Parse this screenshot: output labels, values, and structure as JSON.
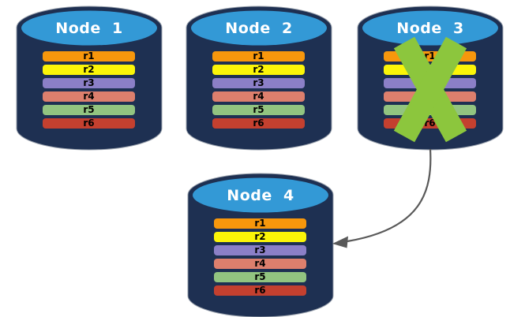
{
  "colors": {
    "canvas_bg": "#FFFFFF",
    "cylinder_body": "#1E3052",
    "cylinder_top": "#3399D6",
    "cylinder_outline": "#98A0AC",
    "node_title_text": "#FFFFFF",
    "row_text": "#000000",
    "failure_cross": "#8CC63D",
    "arrow": "#595959"
  },
  "nodes": [
    {
      "label": "Node  1",
      "failed": false,
      "rows": [
        {
          "label": "r1",
          "color": "#F7970C"
        },
        {
          "label": "r2",
          "color": "#FBF508"
        },
        {
          "label": "r3",
          "color": "#8B7FC7"
        },
        {
          "label": "r4",
          "color": "#DD7F6D"
        },
        {
          "label": "r5",
          "color": "#92C480"
        },
        {
          "label": "r6",
          "color": "#C4402F"
        }
      ]
    },
    {
      "label": "Node  2",
      "failed": false,
      "rows": [
        {
          "label": "r1",
          "color": "#F7970C"
        },
        {
          "label": "r2",
          "color": "#FBF508"
        },
        {
          "label": "r3",
          "color": "#8B7FC7"
        },
        {
          "label": "r4",
          "color": "#DD7F6D"
        },
        {
          "label": "r5",
          "color": "#92C480"
        },
        {
          "label": "r6",
          "color": "#C4402F"
        }
      ]
    },
    {
      "label": "Node  3",
      "failed": true,
      "rows": [
        {
          "label": "r1",
          "color": "#F7970C"
        },
        {
          "label": "r2",
          "color": "#FBF508"
        },
        {
          "label": "r3",
          "color": "#8B7FC7"
        },
        {
          "label": "r4",
          "color": "#DD7F6D"
        },
        {
          "label": "r5",
          "color": "#92C480"
        },
        {
          "label": "r6",
          "color": "#C4402F"
        }
      ]
    },
    {
      "label": "Node  4",
      "failed": false,
      "rows": [
        {
          "label": "r1",
          "color": "#F7970C"
        },
        {
          "label": "r2",
          "color": "#FBF508"
        },
        {
          "label": "r3",
          "color": "#8B7FC7"
        },
        {
          "label": "r4",
          "color": "#DD7F6D"
        },
        {
          "label": "r5",
          "color": "#92C480"
        },
        {
          "label": "r6",
          "color": "#C4402F"
        }
      ]
    }
  ],
  "annotations": {
    "failure_cross_on": "Node  3",
    "arrow_from": "Node  3",
    "arrow_to": "Node  4"
  }
}
